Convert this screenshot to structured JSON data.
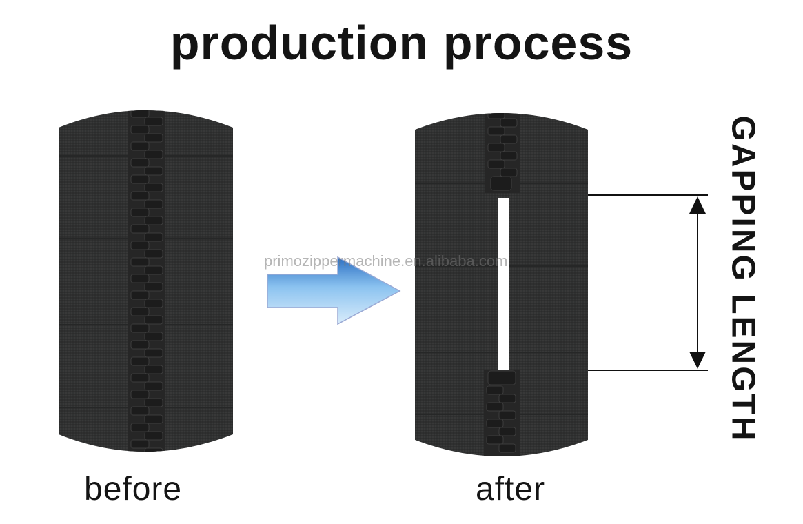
{
  "title": "production process",
  "captions": {
    "before": "before",
    "after": "after"
  },
  "watermark": "primozippermachine.en.alibaba.com",
  "measure_label": "GAPPING LENGTH",
  "colors": {
    "tape": "#2f3030",
    "teeth": "#1f1f1f",
    "arrow": "#4f9ad8",
    "text": "#141414"
  },
  "icons": {
    "process_arrow": "right-arrow-icon",
    "measure_arrow": "double-headed-vertical-arrow-icon"
  }
}
